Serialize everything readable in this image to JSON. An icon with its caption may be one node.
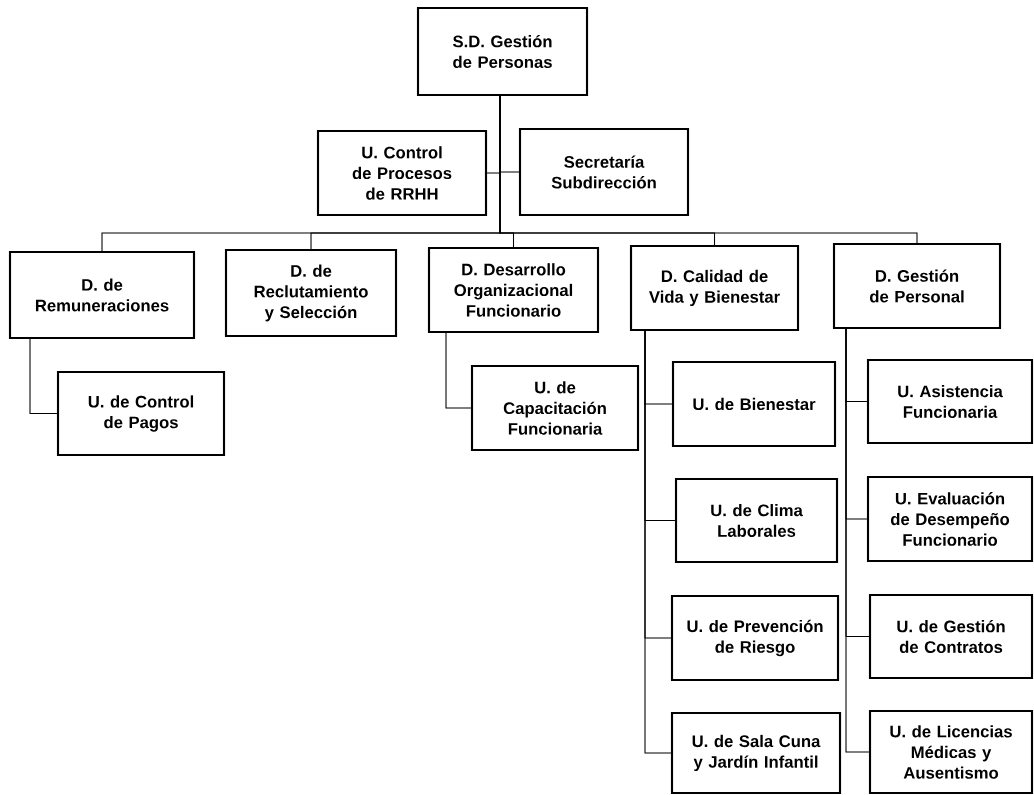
{
  "diagram": {
    "nodes": [
      {
        "text": [
          "S.D. Gestión de Personas"
        ]
      },
      {
        "text": [
          "U. Control de Procesos de RRHH"
        ]
      },
      {
        "text": [
          "Secretaría Subdirección"
        ]
      },
      {
        "text": [
          "D. de Remuneraciones"
        ]
      },
      {
        "text": [
          "D. de Reclutamiento y Selección"
        ]
      },
      {
        "text": [
          "D. Desarrollo Organizacional Funcionario"
        ]
      },
      {
        "text": [
          "D. Calidad de Vida y Bienestar"
        ]
      },
      {
        "text": [
          "D. Gestión de Personal"
        ]
      },
      {
        "text": [
          "U. de Control de Pagos"
        ]
      },
      {
        "text": [
          "U. de Capacitación Funcionaria"
        ]
      },
      {
        "text": [
          "U. de Bienestar"
        ]
      },
      {
        "text": [
          "U. Asistencia Funcionaria"
        ]
      },
      {
        "text": [
          "U. de Clima Laborales"
        ]
      },
      {
        "text": [
          "U. Evaluación de Desempeño Funcionario"
        ]
      },
      {
        "text": [
          "U. de Prevención de Riesgo"
        ]
      },
      {
        "text": [
          "U. de Gestión de Contratos"
        ]
      },
      {
        "text": [
          "U. de Sala Cuna y Jardín Infantil"
        ]
      },
      {
        "text": [
          "U. de Licencias Médicas y Ausentismo"
        ]
      }
    ],
    "edges": [
      {
        "from": 0,
        "to": 1,
        "arrow": "none"
      },
      {
        "from": 0,
        "to": 2,
        "arrow": "none"
      },
      {
        "from": 0,
        "to": 3,
        "arrow": "none"
      },
      {
        "from": 0,
        "to": 4,
        "arrow": "none"
      },
      {
        "from": 0,
        "to": 5,
        "arrow": "none"
      },
      {
        "from": 0,
        "to": 6,
        "arrow": "none"
      },
      {
        "from": 0,
        "to": 7,
        "arrow": "none"
      },
      {
        "from": 3,
        "to": 8,
        "arrow": "none"
      },
      {
        "from": 5,
        "to": 9,
        "arrow": "none"
      },
      {
        "from": 6,
        "to": 10,
        "arrow": "none"
      },
      {
        "from": 6,
        "to": 12,
        "arrow": "none"
      },
      {
        "from": 6,
        "to": 14,
        "arrow": "none"
      },
      {
        "from": 6,
        "to": 16,
        "arrow": "none"
      },
      {
        "from": 7,
        "to": 11,
        "arrow": "none"
      },
      {
        "from": 7,
        "to": 13,
        "arrow": "none"
      },
      {
        "from": 7,
        "to": 15,
        "arrow": "none"
      },
      {
        "from": 7,
        "to": 17,
        "arrow": "none"
      }
    ]
  }
}
